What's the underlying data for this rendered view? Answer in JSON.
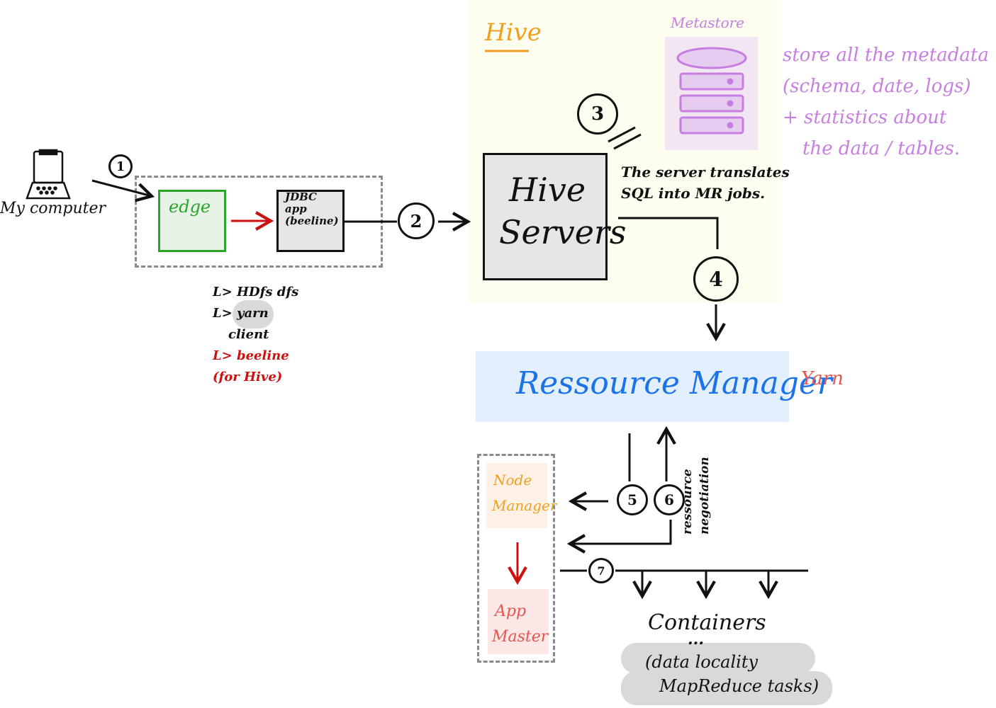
{
  "hive": {
    "title": "Hive",
    "servers_line1": "Hive",
    "servers_line2": "Servers"
  },
  "metastore": {
    "title": "Metastore",
    "note_line1": "store all the metadata",
    "note_line2": "(schema, date, logs)",
    "note_line3": "+ statistics about",
    "note_line4": "the data / tables."
  },
  "server_note": {
    "line1": "The server translates",
    "line2": "SQL into MR jobs."
  },
  "client": {
    "computer_label": "My computer",
    "edge_label": "edge",
    "jdbc_line1": "JDBC",
    "jdbc_line2": "app",
    "jdbc_line3": "(beeline)",
    "list_item1": "L> HDfs dfs",
    "list_item2": "L> yarn",
    "list_item3": "client",
    "list_item4": "L> beeline",
    "list_item5": "(for Hive)"
  },
  "yarn": {
    "resource_manager": "Ressource Manager",
    "yarn_label": "Yarn",
    "node_manager_line1": "Node",
    "node_manager_line2": "Manager",
    "app_master_line1": "App",
    "app_master_line2": "Master",
    "negotiation_line1": "ressource",
    "negotiation_line2": "negotiation"
  },
  "containers": {
    "title": "Containers",
    "dots": "...",
    "note_line1": "(data locality",
    "note_line2": "MapReduce tasks)"
  },
  "steps": [
    "1",
    "2",
    "3",
    "4",
    "5",
    "6",
    "7"
  ],
  "colors": {
    "edge": "#2aa52a",
    "hive": "#f0a020",
    "metastore": "#c77ee0",
    "resource_manager": "#1a73e8",
    "yarn": "#e8554e",
    "beeline": "#cc1111",
    "node_manager": "#f0a020",
    "app_master": "#e8554e"
  }
}
